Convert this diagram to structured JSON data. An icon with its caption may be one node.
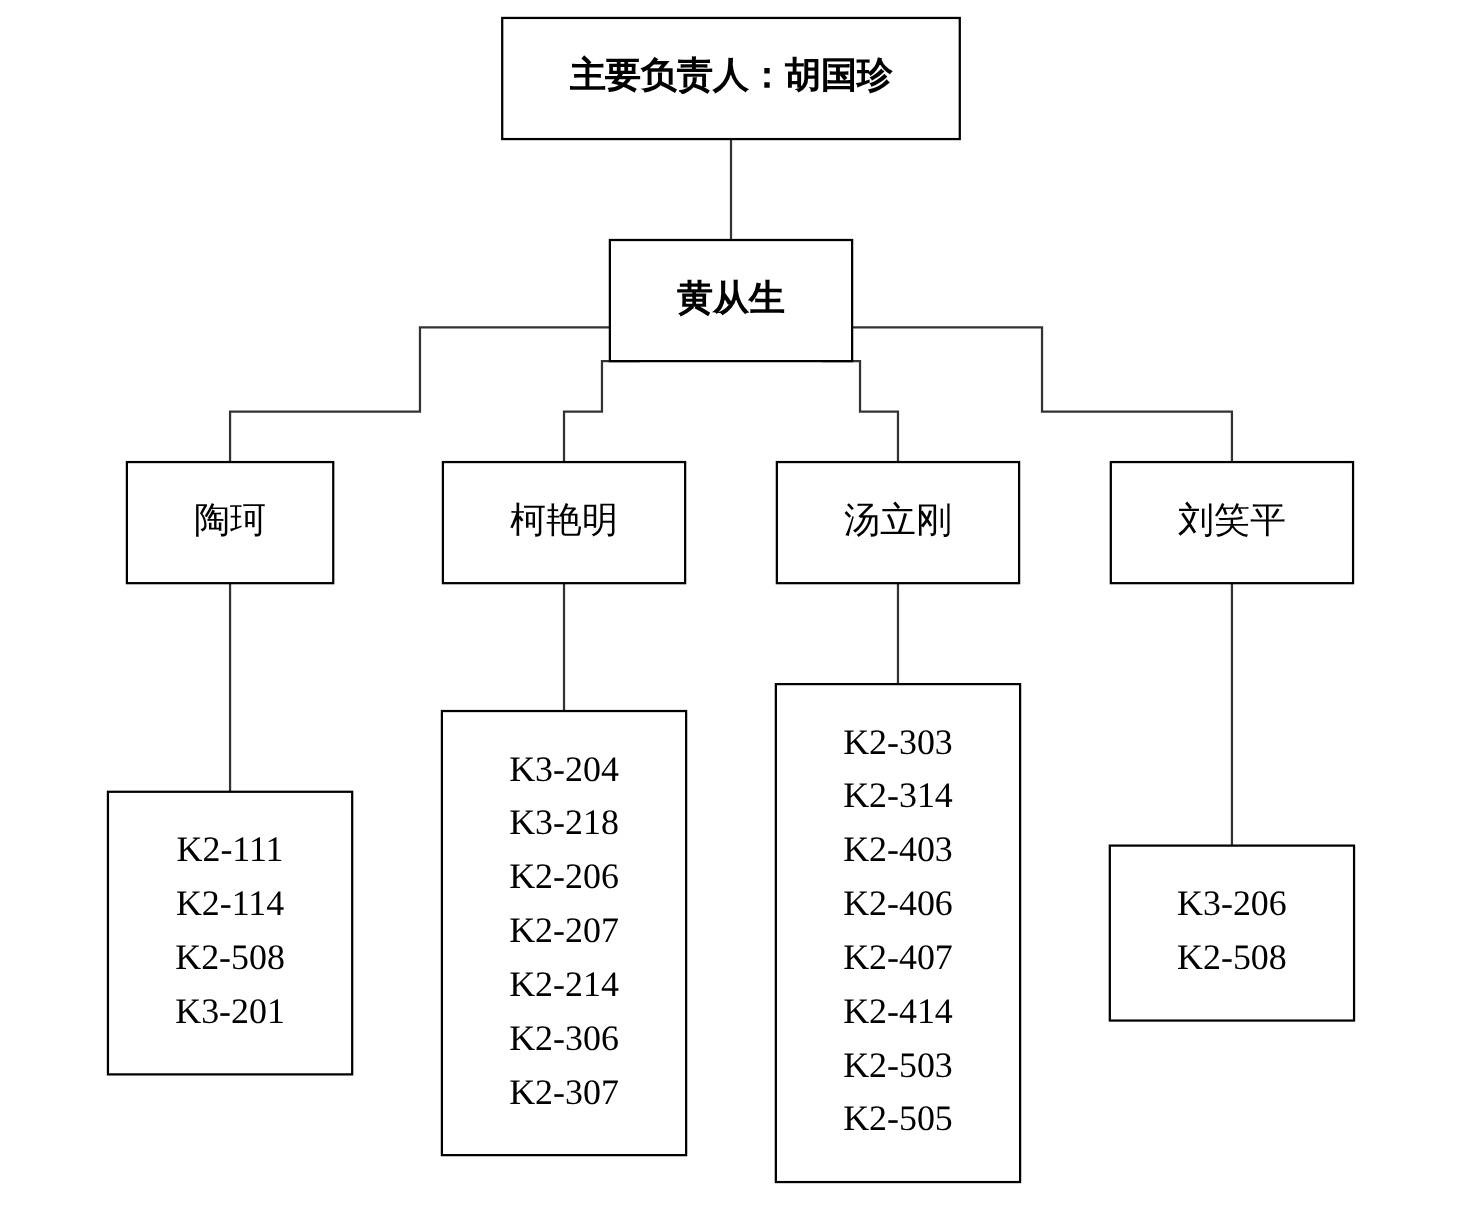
{
  "diagram": {
    "nodes": [
      {
        "text": [
          "主要负责人：胡国珍"
        ]
      },
      {
        "text": [
          "黄从生"
        ]
      },
      {
        "text": [
          "陶珂"
        ]
      },
      {
        "text": [
          "柯艳明"
        ]
      },
      {
        "text": [
          "汤立刚"
        ]
      },
      {
        "text": [
          "刘笑平"
        ]
      },
      {
        "text": [
          "K2-111",
          "K2-114",
          "K2-508",
          "K3-201"
        ]
      },
      {
        "text": [
          "K3-204",
          "K3-218",
          "K2-206",
          "K2-207",
          "K2-214",
          "K2-306",
          "K2-307"
        ]
      },
      {
        "text": [
          "K2-303",
          "K2-314",
          "K2-403",
          "K2-406",
          "K2-407",
          "K2-414",
          "K2-503",
          "K2-505"
        ]
      },
      {
        "text": [
          "K3-206",
          "K2-508"
        ]
      }
    ],
    "edges": [
      {
        "from": 0,
        "to": 1,
        "arrow": "none"
      },
      {
        "from": 1,
        "to": 2,
        "arrow": "none"
      },
      {
        "from": 1,
        "to": 3,
        "arrow": "none"
      },
      {
        "from": 1,
        "to": 4,
        "arrow": "none"
      },
      {
        "from": 1,
        "to": 5,
        "arrow": "none"
      },
      {
        "from": 2,
        "to": 6,
        "arrow": "none"
      },
      {
        "from": 3,
        "to": 7,
        "arrow": "none"
      },
      {
        "from": 4,
        "to": 8,
        "arrow": "none"
      },
      {
        "from": 5,
        "to": 9,
        "arrow": "none"
      }
    ]
  }
}
